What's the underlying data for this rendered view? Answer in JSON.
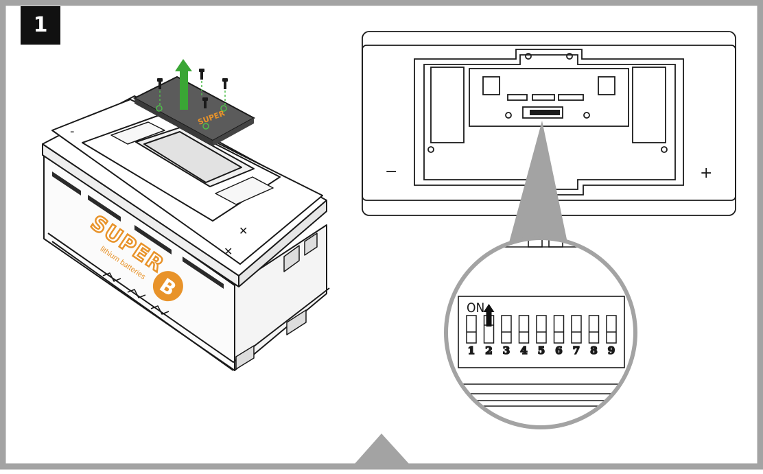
{
  "step": {
    "number": "1"
  },
  "battery": {
    "brand": "SUPER",
    "brand_mark": "B",
    "tagline": "lithium batteries",
    "plus_symbol": "+",
    "minus_symbol": "-"
  },
  "panel": {
    "minus_symbol": "−",
    "plus_symbol": "+"
  },
  "dip_switch": {
    "on_label": "ON",
    "switches": [
      "1",
      "2",
      "3",
      "4",
      "5",
      "6",
      "7",
      "8",
      "9"
    ],
    "active_switch": "2"
  },
  "colors": {
    "frame": "#a3a3a3",
    "arrow_up": "#3aa635",
    "logo_orange": "#e8932a",
    "badge": "#111111",
    "cover_plate": "#5b5b5b"
  },
  "icons": [
    "up-arrow-icon",
    "screw-icon",
    "down-pointer-icon",
    "callout-arrow-icon"
  ]
}
